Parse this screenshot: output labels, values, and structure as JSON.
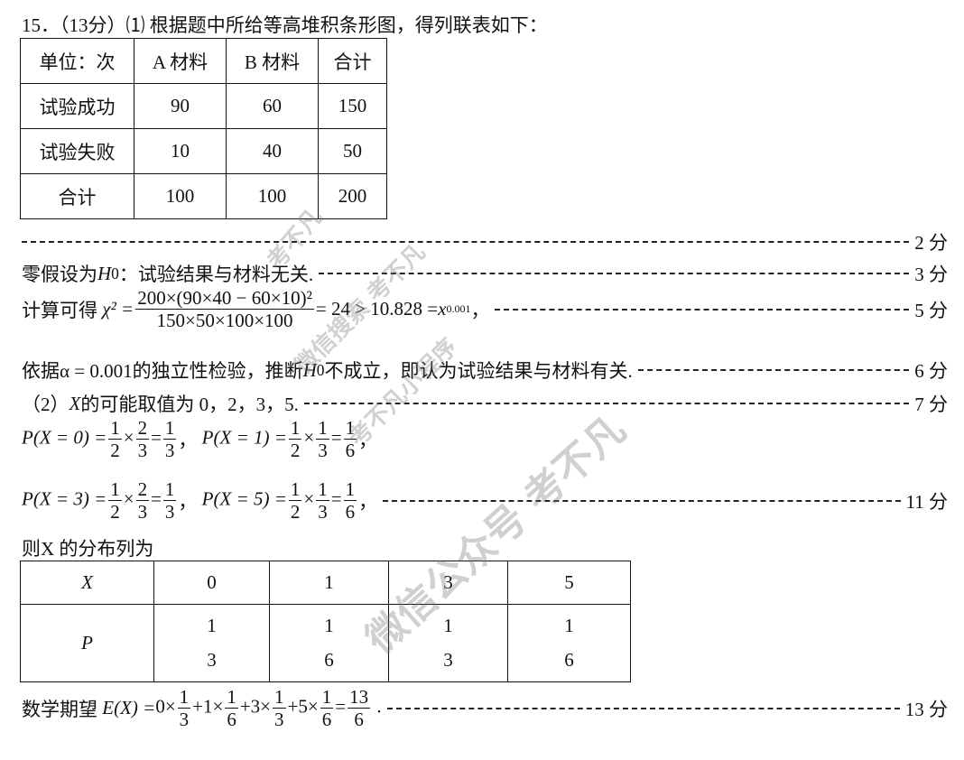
{
  "header": "15．（13分）⑴ 根据题中所给等高堆积条形图，得列联表如下：",
  "table1": {
    "header": [
      "单位：次",
      "A 材料",
      "B 材料",
      "合计"
    ],
    "rows": [
      [
        "试验成功",
        "90",
        "60",
        "150"
      ],
      [
        "试验失败",
        "10",
        "40",
        "50"
      ],
      [
        "合计",
        "100",
        "100",
        "200"
      ]
    ]
  },
  "scores": [
    "2 分",
    "3 分",
    "5 分",
    "6 分",
    "7 分",
    "11 分",
    "13 分"
  ],
  "h0": {
    "prefix": "零假设为",
    "sym": "H",
    "sub": "0",
    "text": "：试验结果与材料无关."
  },
  "chi": {
    "prefix": "计算可得",
    "sym": "χ² =",
    "num": "200×(90×40 − 60×10)²",
    "den": "150×50×100×100",
    "result": "= 24 > 10.828 = ",
    "x": "x",
    "xsub": "0.001",
    "end": "，"
  },
  "conclusion": {
    "a": "依据α = 0.001的独立性检验，推断",
    "sym": "H",
    "sub": "0",
    "b": "不成立，即认为试验结果与材料有关."
  },
  "part2": {
    "a": "（2）",
    "x": "X",
    "b": " 的可能取值为 0，2，3，5."
  },
  "probs": [
    {
      "lhs": "P(X = 0) =",
      "f": [
        [
          "1",
          "2"
        ],
        [
          "2",
          "3"
        ],
        [
          "1",
          "3"
        ]
      ]
    },
    {
      "lhs": "P(X = 1) =",
      "f": [
        [
          "1",
          "2"
        ],
        [
          "1",
          "3"
        ],
        [
          "1",
          "6"
        ]
      ]
    },
    {
      "lhs": "P(X = 3) =",
      "f": [
        [
          "1",
          "2"
        ],
        [
          "2",
          "3"
        ],
        [
          "1",
          "3"
        ]
      ]
    },
    {
      "lhs": "P(X = 5) =",
      "f": [
        [
          "1",
          "2"
        ],
        [
          "1",
          "3"
        ],
        [
          "1",
          "6"
        ]
      ]
    }
  ],
  "dist_label": "则X 的分布列为",
  "table2": {
    "xlabel": "X",
    "plabel": "P",
    "x": [
      "0",
      "1",
      "3",
      "5"
    ],
    "p": [
      [
        "1",
        "3"
      ],
      [
        "1",
        "6"
      ],
      [
        "1",
        "3"
      ],
      [
        "1",
        "6"
      ]
    ]
  },
  "expect": {
    "prefix": "数学期望",
    "lhs": "E(X) = ",
    "terms": [
      "0×",
      "+1×",
      "+3×",
      "+5×"
    ],
    "f": [
      [
        "1",
        "3"
      ],
      [
        "1",
        "6"
      ],
      [
        "1",
        "3"
      ],
      [
        "1",
        "6"
      ]
    ],
    "result": [
      "13",
      "6"
    ]
  },
  "watermark": [
    "考不凡",
    "微信搜索 考不凡",
    "考不凡小程序",
    "微信公众号 考不凡"
  ]
}
